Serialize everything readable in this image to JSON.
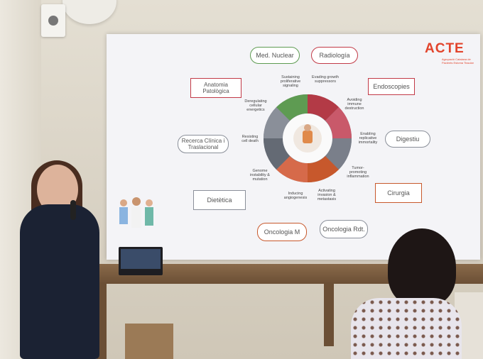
{
  "slide": {
    "logo": "ACTE",
    "logo_subtitle": "Agrupació Catalana de Pacients Estoma Tissular",
    "departments": {
      "med_nuclear": "Med. Nuclear",
      "radiologia": "Radiología",
      "anatomia": "Anatomia Patològica",
      "endoscopies": "Endoscopies",
      "recerca": "Recerca Clínica i Traslacional",
      "digestiu": "Digestiu",
      "dietetica": "Dietètica",
      "cirurgia": "Cirurgia",
      "oncologia_m": "Oncologia M",
      "oncologia_rdt": "Oncologia Rdt."
    },
    "hallmarks": {
      "proliferative": "Sustaining proliferative signaling",
      "growth": "Evading growth suppressors",
      "energetics": "Deregulating cellular energetics",
      "immune": "Avoiding immune destruction",
      "cell_death": "Resisting cell death",
      "immortality": "Enabling replicative immortality",
      "genome": "Genome instability & mutation",
      "inflammation": "Tumor-promoting inflammation",
      "angiogenesis": "Inducing angiogenesis",
      "invasion": "Activating invasion & metastasis"
    }
  },
  "colors": {
    "red": "#c23a47",
    "green": "#5e9b52",
    "gray": "#8a8f99",
    "rust": "#c7582c",
    "logo": "#e2442c"
  }
}
